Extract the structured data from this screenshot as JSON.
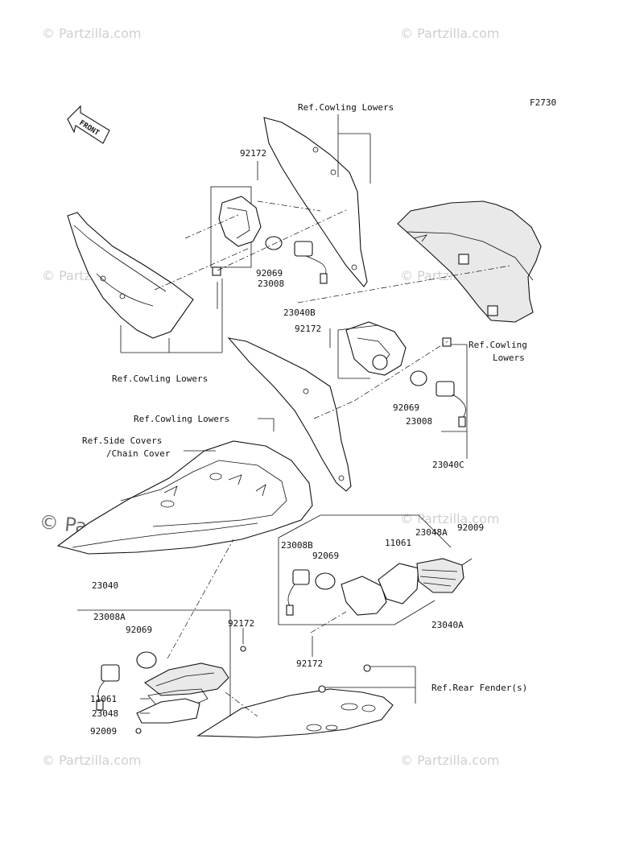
{
  "figure_code": "F2730",
  "front_arrow_label": "FRONT",
  "watermarks": {
    "small": "© Partzilla.com",
    "big": "© Partzilla.com"
  },
  "labels": {
    "ref_cowling_lowers_top": "Ref.Cowling Lowers",
    "p92172_a": "92172",
    "p92069_a": "92069",
    "p23008": "23008",
    "p23040B": "23040B",
    "ref_cowling_lowers_left": "Ref.Cowling Lowers",
    "p92172_b": "92172",
    "ref_cowling_right_1": "Ref.Cowling",
    "ref_cowling_right_2": "Lowers",
    "p92069_b": "92069",
    "p23008_b": "23008",
    "ref_cowling_lowers_mid": "Ref.Cowling Lowers",
    "p23040C": "23040C",
    "ref_side_covers_1": "Ref.Side Covers",
    "ref_side_covers_2": "/Chain Cover",
    "p23008B": "23008B",
    "p92069_c": "92069",
    "p11061_a": "11061",
    "p23048A": "23048A",
    "p92009_a": "92009",
    "p23040A": "23040A",
    "p23040": "23040",
    "p23008A": "23008A",
    "p92069_d": "92069",
    "p92172_c": "92172",
    "p92172_d": "92172",
    "ref_rear_fender": "Ref.Rear Fender(s)",
    "p11061_b": "11061",
    "p23048": "23048",
    "p92009_b": "92009"
  }
}
